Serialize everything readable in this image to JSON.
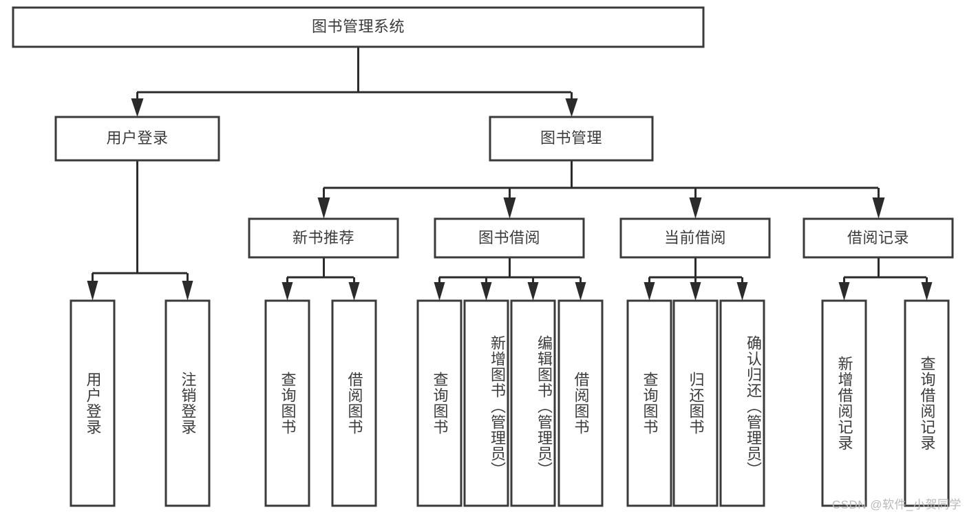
{
  "diagram": {
    "type": "hierarchy-tree",
    "title": "图书管理系统",
    "orientation": "top-down",
    "watermark": "CSDN @软件_小贺同学",
    "colors": {
      "box_stroke": "#3a3a3a",
      "box_fill": "#ffffff",
      "connector": "#2b2b2b",
      "text": "#3b3b3b",
      "background": "#ffffff",
      "watermark": "#b9b9b9"
    },
    "root": {
      "label": "图书管理系统",
      "orient": "horizontal"
    },
    "level2": [
      {
        "id": "user-login",
        "label": "用户登录",
        "orient": "horizontal"
      },
      {
        "id": "book-management",
        "label": "图书管理",
        "orient": "horizontal"
      }
    ],
    "level3": [
      {
        "id": "new-book-recommend",
        "label": "新书推荐",
        "orient": "horizontal",
        "parent": "book-management"
      },
      {
        "id": "book-borrow",
        "label": "图书借阅",
        "orient": "horizontal",
        "parent": "book-management"
      },
      {
        "id": "current-borrow",
        "label": "当前借阅",
        "orient": "horizontal",
        "parent": "book-management"
      },
      {
        "id": "borrow-record",
        "label": "借阅记录",
        "orient": "horizontal",
        "parent": "book-management"
      }
    ],
    "leaves": [
      {
        "id": "leaf-user-login",
        "label": "用户登录",
        "orient": "vertical",
        "parent": "user-login"
      },
      {
        "id": "leaf-user-logout",
        "label": "注销登录",
        "orient": "vertical",
        "parent": "user-login"
      },
      {
        "id": "leaf-query-book-1",
        "label": "查询图书",
        "orient": "vertical",
        "parent": "new-book-recommend"
      },
      {
        "id": "leaf-borrow-book-1",
        "label": "借阅图书",
        "orient": "vertical",
        "parent": "new-book-recommend"
      },
      {
        "id": "leaf-query-book-2",
        "label": "查询图书",
        "orient": "vertical",
        "parent": "book-borrow"
      },
      {
        "id": "leaf-add-book",
        "label": "新增图书（管理员）",
        "orient": "vertical",
        "parent": "book-borrow"
      },
      {
        "id": "leaf-edit-book",
        "label": "编辑图书（管理员）",
        "orient": "vertical",
        "parent": "book-borrow"
      },
      {
        "id": "leaf-borrow-book-2",
        "label": "借阅图书",
        "orient": "vertical",
        "parent": "book-borrow"
      },
      {
        "id": "leaf-query-book-3",
        "label": "查询图书",
        "orient": "vertical",
        "parent": "current-borrow"
      },
      {
        "id": "leaf-return-book",
        "label": "归还图书",
        "orient": "vertical",
        "parent": "current-borrow"
      },
      {
        "id": "leaf-confirm-return",
        "label": "确认归还（管理员）",
        "orient": "vertical",
        "parent": "current-borrow"
      },
      {
        "id": "leaf-add-record",
        "label": "新增借阅记录",
        "orient": "vertical",
        "parent": "borrow-record"
      },
      {
        "id": "leaf-query-record",
        "label": "查询借阅记录",
        "orient": "vertical",
        "parent": "borrow-record"
      }
    ]
  }
}
